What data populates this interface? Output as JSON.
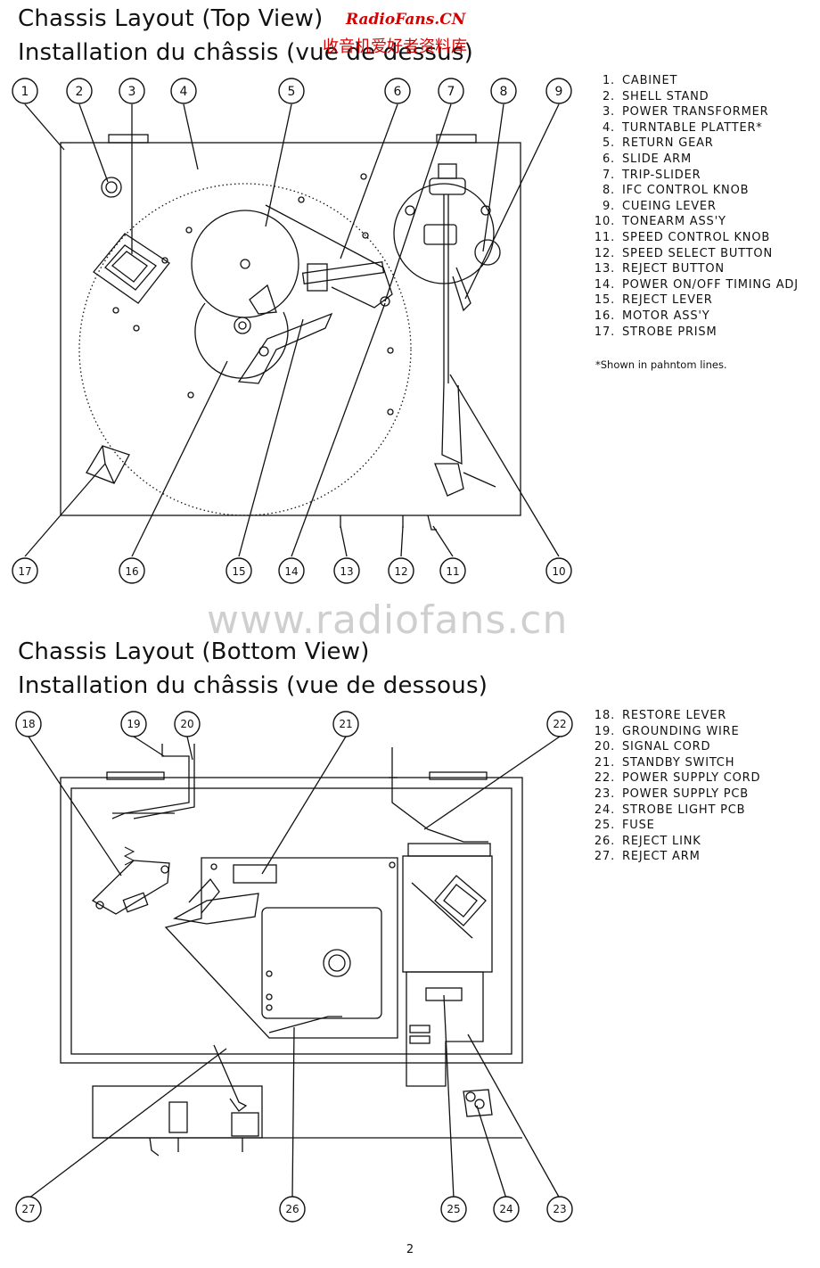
{
  "watermarks": {
    "site": "RadioFans.CN",
    "site_cn": "收音机爱好者资料库",
    "center": "www.radiofans.cn"
  },
  "top_view": {
    "title_en": "Chassis Layout (Top View)",
    "title_fr": "Installation du châssis (vue de dessus)",
    "legend": [
      {
        "num": "1.",
        "label": "CABINET"
      },
      {
        "num": "2.",
        "label": "SHELL STAND"
      },
      {
        "num": "3.",
        "label": "POWER TRANSFORMER"
      },
      {
        "num": "4.",
        "label": "TURNTABLE PLATTER*"
      },
      {
        "num": "5.",
        "label": "RETURN GEAR"
      },
      {
        "num": "6.",
        "label": "SLIDE ARM"
      },
      {
        "num": "7.",
        "label": "TRIP-SLIDER"
      },
      {
        "num": "8.",
        "label": "IFC CONTROL KNOB"
      },
      {
        "num": "9.",
        "label": "CUEING LEVER"
      },
      {
        "num": "10.",
        "label": "TONEARM ASS'Y"
      },
      {
        "num": "11.",
        "label": "SPEED CONTROL KNOB"
      },
      {
        "num": "12.",
        "label": "SPEED SELECT BUTTON"
      },
      {
        "num": "13.",
        "label": "REJECT BUTTON"
      },
      {
        "num": "14.",
        "label": "POWER ON/OFF TIMING ADJ"
      },
      {
        "num": "15.",
        "label": "REJECT LEVER"
      },
      {
        "num": "16.",
        "label": "MOTOR ASS'Y"
      },
      {
        "num": "17.",
        "label": "STROBE PRISM"
      }
    ],
    "note": "*Shown in pahntom lines.",
    "callouts": [
      "1",
      "2",
      "3",
      "4",
      "5",
      "6",
      "7",
      "8",
      "9",
      "10",
      "11",
      "12",
      "13",
      "14",
      "15",
      "16",
      "17"
    ]
  },
  "bottom_view": {
    "title_en": "Chassis Layout (Bottom View)",
    "title_fr": "Installation du châssis (vue de dessous)",
    "legend": [
      {
        "num": "18.",
        "label": "RESTORE LEVER"
      },
      {
        "num": "19.",
        "label": "GROUNDING WIRE"
      },
      {
        "num": "20.",
        "label": "SIGNAL CORD"
      },
      {
        "num": "21.",
        "label": "STANDBY SWITCH"
      },
      {
        "num": "22.",
        "label": "POWER SUPPLY CORD"
      },
      {
        "num": "23.",
        "label": "POWER SUPPLY PCB"
      },
      {
        "num": "24.",
        "label": "STROBE LIGHT PCB"
      },
      {
        "num": "25.",
        "label": "FUSE"
      },
      {
        "num": "26.",
        "label": "REJECT LINK"
      },
      {
        "num": "27.",
        "label": "REJECT ARM"
      }
    ],
    "callouts": [
      "18",
      "19",
      "20",
      "21",
      "22",
      "23",
      "24",
      "25",
      "26",
      "27"
    ]
  },
  "page_number": "2"
}
